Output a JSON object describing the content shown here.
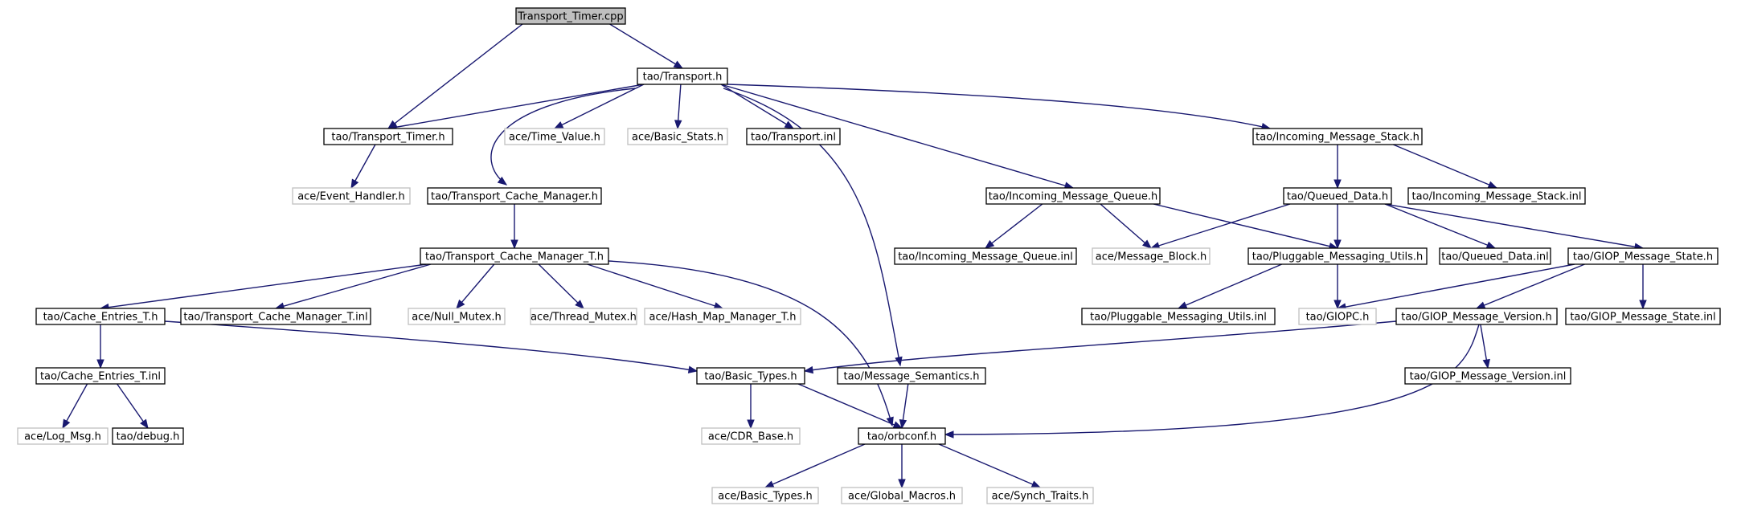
{
  "colors": {
    "edge": "#191970",
    "root_fill": "#bfbfbf",
    "node_border": "#000000",
    "external_border": "#bfbfbf",
    "background": "#ffffff"
  },
  "nodes": [
    {
      "id": "transport_timer_cpp",
      "label": "Transport_Timer.cpp",
      "kind": "root"
    },
    {
      "id": "transport_h",
      "label": "tao/Transport.h",
      "kind": "internal"
    },
    {
      "id": "transport_timer_h",
      "label": "tao/Transport_Timer.h",
      "kind": "internal"
    },
    {
      "id": "time_value_h",
      "label": "ace/Time_Value.h",
      "kind": "external"
    },
    {
      "id": "basic_stats_h",
      "label": "ace/Basic_Stats.h",
      "kind": "external"
    },
    {
      "id": "transport_inl",
      "label": "tao/Transport.inl",
      "kind": "internal"
    },
    {
      "id": "incoming_message_stack_h",
      "label": "tao/Incoming_Message_Stack.h",
      "kind": "internal"
    },
    {
      "id": "event_handler_h",
      "label": "ace/Event_Handler.h",
      "kind": "external"
    },
    {
      "id": "transport_cache_manager_h",
      "label": "tao/Transport_Cache_Manager.h",
      "kind": "internal"
    },
    {
      "id": "incoming_message_queue_h",
      "label": "tao/Incoming_Message_Queue.h",
      "kind": "internal"
    },
    {
      "id": "queued_data_h",
      "label": "tao/Queued_Data.h",
      "kind": "internal"
    },
    {
      "id": "incoming_message_stack_inl",
      "label": "tao/Incoming_Message_Stack.inl",
      "kind": "internal"
    },
    {
      "id": "transport_cache_manager_t_h",
      "label": "tao/Transport_Cache_Manager_T.h",
      "kind": "internal"
    },
    {
      "id": "incoming_message_queue_inl",
      "label": "tao/Incoming_Message_Queue.inl",
      "kind": "internal"
    },
    {
      "id": "message_block_h",
      "label": "ace/Message_Block.h",
      "kind": "external"
    },
    {
      "id": "pluggable_messaging_utils_h",
      "label": "tao/Pluggable_Messaging_Utils.h",
      "kind": "internal"
    },
    {
      "id": "queued_data_inl",
      "label": "tao/Queued_Data.inl",
      "kind": "internal"
    },
    {
      "id": "giop_message_state_h",
      "label": "tao/GIOP_Message_State.h",
      "kind": "internal"
    },
    {
      "id": "cache_entries_t_h",
      "label": "tao/Cache_Entries_T.h",
      "kind": "internal"
    },
    {
      "id": "transport_cache_manager_t_inl",
      "label": "tao/Transport_Cache_Manager_T.inl",
      "kind": "internal"
    },
    {
      "id": "null_mutex_h",
      "label": "ace/Null_Mutex.h",
      "kind": "external"
    },
    {
      "id": "thread_mutex_h",
      "label": "ace/Thread_Mutex.h",
      "kind": "external"
    },
    {
      "id": "hash_map_manager_t_h",
      "label": "ace/Hash_Map_Manager_T.h",
      "kind": "external"
    },
    {
      "id": "pluggable_messaging_utils_inl",
      "label": "tao/Pluggable_Messaging_Utils.inl",
      "kind": "internal"
    },
    {
      "id": "giopc_h",
      "label": "tao/GIOPC.h",
      "kind": "external"
    },
    {
      "id": "giop_message_version_h",
      "label": "tao/GIOP_Message_Version.h",
      "kind": "internal"
    },
    {
      "id": "giop_message_state_inl",
      "label": "tao/GIOP_Message_State.inl",
      "kind": "internal"
    },
    {
      "id": "cache_entries_t_inl",
      "label": "tao/Cache_Entries_T.inl",
      "kind": "internal"
    },
    {
      "id": "basic_types_h_tao",
      "label": "tao/Basic_Types.h",
      "kind": "internal"
    },
    {
      "id": "message_semantics_h",
      "label": "tao/Message_Semantics.h",
      "kind": "internal"
    },
    {
      "id": "giop_message_version_inl",
      "label": "tao/GIOP_Message_Version.inl",
      "kind": "internal"
    },
    {
      "id": "log_msg_h",
      "label": "ace/Log_Msg.h",
      "kind": "external"
    },
    {
      "id": "debug_h",
      "label": "tao/debug.h",
      "kind": "internal"
    },
    {
      "id": "cdr_base_h",
      "label": "ace/CDR_Base.h",
      "kind": "external"
    },
    {
      "id": "orbconf_h",
      "label": "tao/orbconf.h",
      "kind": "internal"
    },
    {
      "id": "basic_types_h_ace",
      "label": "ace/Basic_Types.h",
      "kind": "external"
    },
    {
      "id": "global_macros_h",
      "label": "ace/Global_Macros.h",
      "kind": "external"
    },
    {
      "id": "synch_traits_h",
      "label": "ace/Synch_Traits.h",
      "kind": "external"
    }
  ],
  "edges": [
    [
      "transport_timer_cpp",
      "transport_timer_h"
    ],
    [
      "transport_timer_cpp",
      "transport_h"
    ],
    [
      "transport_h",
      "transport_timer_h"
    ],
    [
      "transport_h",
      "time_value_h"
    ],
    [
      "transport_h",
      "basic_stats_h"
    ],
    [
      "transport_h",
      "transport_inl"
    ],
    [
      "transport_h",
      "incoming_message_stack_h"
    ],
    [
      "transport_h",
      "transport_cache_manager_h"
    ],
    [
      "transport_h",
      "incoming_message_queue_h"
    ],
    [
      "transport_h",
      "message_semantics_h"
    ],
    [
      "transport_timer_h",
      "event_handler_h"
    ],
    [
      "transport_cache_manager_h",
      "transport_cache_manager_t_h"
    ],
    [
      "transport_cache_manager_t_h",
      "cache_entries_t_h"
    ],
    [
      "transport_cache_manager_t_h",
      "transport_cache_manager_t_inl"
    ],
    [
      "transport_cache_manager_t_h",
      "null_mutex_h"
    ],
    [
      "transport_cache_manager_t_h",
      "thread_mutex_h"
    ],
    [
      "transport_cache_manager_t_h",
      "hash_map_manager_t_h"
    ],
    [
      "transport_cache_manager_t_h",
      "orbconf_h"
    ],
    [
      "cache_entries_t_h",
      "cache_entries_t_inl"
    ],
    [
      "cache_entries_t_h",
      "basic_types_h_tao"
    ],
    [
      "cache_entries_t_inl",
      "log_msg_h"
    ],
    [
      "cache_entries_t_inl",
      "debug_h"
    ],
    [
      "incoming_message_stack_h",
      "queued_data_h"
    ],
    [
      "incoming_message_stack_h",
      "incoming_message_stack_inl"
    ],
    [
      "incoming_message_queue_h",
      "incoming_message_queue_inl"
    ],
    [
      "incoming_message_queue_h",
      "message_block_h"
    ],
    [
      "incoming_message_queue_h",
      "pluggable_messaging_utils_h"
    ],
    [
      "queued_data_h",
      "message_block_h"
    ],
    [
      "queued_data_h",
      "pluggable_messaging_utils_h"
    ],
    [
      "queued_data_h",
      "queued_data_inl"
    ],
    [
      "queued_data_h",
      "giop_message_state_h"
    ],
    [
      "pluggable_messaging_utils_h",
      "pluggable_messaging_utils_inl"
    ],
    [
      "pluggable_messaging_utils_h",
      "giopc_h"
    ],
    [
      "giop_message_state_h",
      "giopc_h"
    ],
    [
      "giop_message_state_h",
      "giop_message_version_h"
    ],
    [
      "giop_message_state_h",
      "giop_message_state_inl"
    ],
    [
      "giop_message_version_h",
      "basic_types_h_tao"
    ],
    [
      "giop_message_version_h",
      "giop_message_version_inl"
    ],
    [
      "giop_message_version_h",
      "orbconf_h"
    ],
    [
      "basic_types_h_tao",
      "cdr_base_h"
    ],
    [
      "basic_types_h_tao",
      "orbconf_h"
    ],
    [
      "message_semantics_h",
      "orbconf_h"
    ],
    [
      "orbconf_h",
      "basic_types_h_ace"
    ],
    [
      "orbconf_h",
      "global_macros_h"
    ],
    [
      "orbconf_h",
      "synch_traits_h"
    ]
  ]
}
